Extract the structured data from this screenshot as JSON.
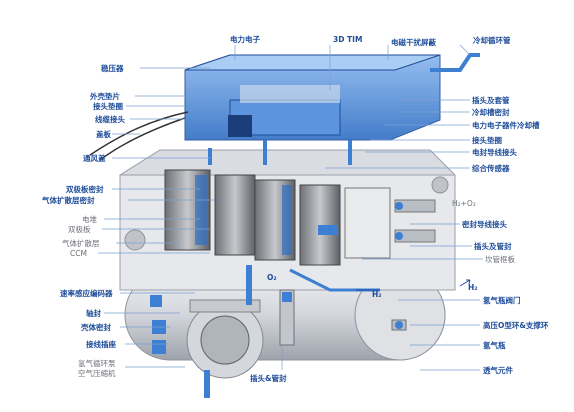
{
  "labels": {
    "power_electronics": "电力电子",
    "tim_3d": "3D TIM",
    "emi_shield": "电磁干扰屏蔽",
    "coolant_pipe": "冷却循环管",
    "pressure_plate": "稳压器",
    "housing_gasket": "外壳垫片",
    "connector_gasket": "接头垫圈",
    "harness_connector": "线缆接头",
    "cover": "盖板",
    "vent": "通风盖",
    "bipolar_seal": "双极板密封",
    "gdl_seal": "气体扩散层密封",
    "cell": "电堆",
    "bipolar_plate": "双极板",
    "gdl": "气体扩散层",
    "ccm": "CCM",
    "connector_and_hose": "插头及套管",
    "coolant_seal": "冷却槽密封",
    "pe_cooling": "电力电子器件冷却槽",
    "connector_gasket_r": "接头垫圈",
    "stack_seal_r": "电封导线接头",
    "integrated_sensor": "综合传感器",
    "h2_o2_formula": "H₂+O₂",
    "seal_wire_connector": "密封导线接头",
    "connector_seal": "插头及管封",
    "fitting_plate": "坎管框板",
    "o2_label": "O₂",
    "h2_label_1": "H₂",
    "h2_label_2": "H₂",
    "speed_sensor": "速率感应编码器",
    "shaft_seal": "轴封",
    "housing_seal": "壳体密封",
    "wire_harness": "接线插座",
    "h2_pump": "氢气循环泵",
    "air_compressor": "空气压缩机",
    "connector_seal_b": "插头&管封",
    "h2_valve": "氢气瓶阀门",
    "hp_oring": "高压O型环&支撑环",
    "h2_tank": "氢气瓶",
    "breather": "透气元件"
  },
  "colors": {
    "label_blue": "#1f4d9b",
    "label_gray": "#6b6f77",
    "housing_blue": "#4f8fdc",
    "tank_gray": "#c9ccd2"
  }
}
